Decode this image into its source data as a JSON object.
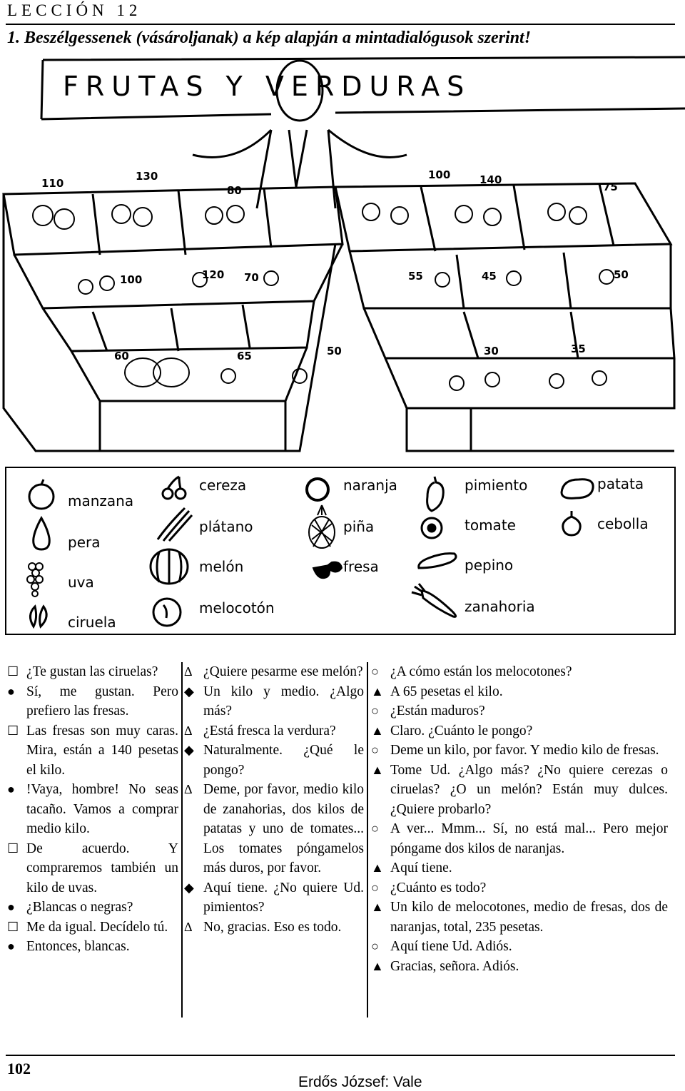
{
  "header": {
    "lesson": "LECCIÓN 12"
  },
  "instruction": "1. Beszélgessenek (vásároljanak) a kép alapján a mintadialógusok szerint!",
  "picture": {
    "sign": "FRUTAS Y VERDURAS",
    "price_tags": [
      "110",
      "130",
      "80",
      "100",
      "120",
      "70",
      "60",
      "65",
      "50",
      "100",
      "140",
      "75",
      "55",
      "45",
      "50",
      "30",
      "35"
    ]
  },
  "legend": [
    {
      "label": "manzana",
      "icon": "apple-icon"
    },
    {
      "label": "pera",
      "icon": "pear-icon"
    },
    {
      "label": "uva",
      "icon": "grapes-icon"
    },
    {
      "label": "ciruela",
      "icon": "plum-icon"
    },
    {
      "label": "cereza",
      "icon": "cherry-icon"
    },
    {
      "label": "plátano",
      "icon": "banana-icon"
    },
    {
      "label": "melón",
      "icon": "melon-icon"
    },
    {
      "label": "melocotón",
      "icon": "peach-icon"
    },
    {
      "label": "naranja",
      "icon": "orange-icon"
    },
    {
      "label": "piña",
      "icon": "pineapple-icon"
    },
    {
      "label": "fresa",
      "icon": "strawberry-icon"
    },
    {
      "label": "pimiento",
      "icon": "pepper-icon"
    },
    {
      "label": "tomate",
      "icon": "tomato-icon"
    },
    {
      "label": "pepino",
      "icon": "cucumber-icon"
    },
    {
      "label": "zanahoria",
      "icon": "carrot-icon"
    },
    {
      "label": "patata",
      "icon": "potato-icon"
    },
    {
      "label": "cebolla",
      "icon": "onion-icon"
    }
  ],
  "dialogues": {
    "col1": [
      {
        "marker": "☐",
        "text": "¿Te gustan las ciruelas?"
      },
      {
        "marker": "●",
        "text": "Sí, me gustan. Pero prefiero las fresas."
      },
      {
        "marker": "☐",
        "text": "Las fresas son muy caras. Mira, están a 140 pesetas el kilo."
      },
      {
        "marker": "●",
        "text": "!Vaya, hombre! No seas tacaño. Vamos a comprar medio kilo."
      },
      {
        "marker": "☐",
        "text": "De acuerdo. Y compraremos también un kilo de uvas."
      },
      {
        "marker": "●",
        "text": "¿Blancas o negras?"
      },
      {
        "marker": "☐",
        "text": "Me da igual. Decídelo tú."
      },
      {
        "marker": "●",
        "text": "Entonces, blancas."
      }
    ],
    "col2": [
      {
        "marker": "Δ",
        "text": "¿Quiere pesarme ese melón?"
      },
      {
        "marker": "◆",
        "text": "Un kilo y medio. ¿Algo más?"
      },
      {
        "marker": "Δ",
        "text": "¿Está fresca la verdura?"
      },
      {
        "marker": "◆",
        "text": "Naturalmente. ¿Qué le pongo?"
      },
      {
        "marker": "Δ",
        "text": "Deme, por favor, medio kilo de zanahorias, dos kilos de patatas y uno de tomates... Los tomates póngamelos más duros, por favor."
      },
      {
        "marker": "◆",
        "text": "Aquí tiene. ¿No quiere Ud. pimientos?"
      },
      {
        "marker": "Δ",
        "text": "No, gracias. Eso es todo."
      }
    ],
    "col3": [
      {
        "marker": "○",
        "text": "¿A cómo están los melocotones?"
      },
      {
        "marker": "▲",
        "text": "A 65 pesetas el kilo."
      },
      {
        "marker": "○",
        "text": "¿Están maduros?"
      },
      {
        "marker": "▲",
        "text": "Claro. ¿Cuánto le pongo?"
      },
      {
        "marker": "○",
        "text": "Deme un kilo, por favor. Y medio kilo de fresas."
      },
      {
        "marker": "▲",
        "text": "Tome Ud. ¿Algo más? ¿No quiere cerezas o ciruelas? ¿O un melón? Están muy dulces. ¿Quiere probarlo?"
      },
      {
        "marker": "○",
        "text": "A ver... Mmm... Sí, no está mal... Pero mejor póngame dos kilos de naranjas."
      },
      {
        "marker": "▲",
        "text": "Aquí tiene."
      },
      {
        "marker": "○",
        "text": "¿Cuánto es todo?"
      },
      {
        "marker": "▲",
        "text": "Un kilo de melocotones, medio de fresas, dos de naranjas, total, 235 pesetas."
      },
      {
        "marker": "○",
        "text": "Aquí tiene Ud. Adiós."
      },
      {
        "marker": "▲",
        "text": "Gracias, señora. Adiós."
      }
    ]
  },
  "footer": {
    "page_number": "102",
    "credit": "Erdős József: Vale"
  }
}
